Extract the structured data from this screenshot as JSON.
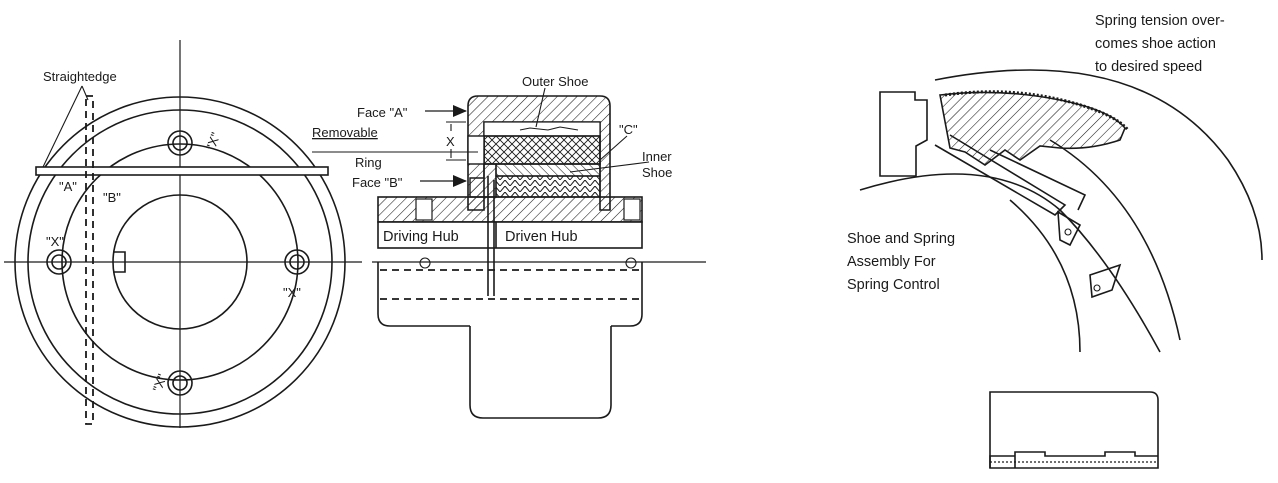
{
  "face_view": {
    "straightedge": "Straightedge",
    "label_a": "\"A\"",
    "label_b": "\"B\"",
    "label_x_top": "\"X\"",
    "label_x_left": "\"X\"",
    "label_x_right": "\"X\"",
    "label_x_bottom": "\"X\""
  },
  "section_view": {
    "outer_shoe": "Outer Shoe",
    "face_a": "Face \"A\"",
    "removable": "Removable",
    "ring": "Ring",
    "x_gap": "X",
    "label_c": "\"C\"",
    "face_b": "Face \"B\"",
    "inner": "Inner",
    "shoe": "Shoe",
    "driving_hub": "Driving Hub",
    "driven_hub": "Driven Hub"
  },
  "spring_view": {
    "note_line1": "Spring tension over-",
    "note_line2": "comes shoe action",
    "note_line3": "to desired speed",
    "caption_line1": "Shoe and Spring",
    "caption_line2": "Assembly For",
    "caption_line3": "Spring Control"
  }
}
